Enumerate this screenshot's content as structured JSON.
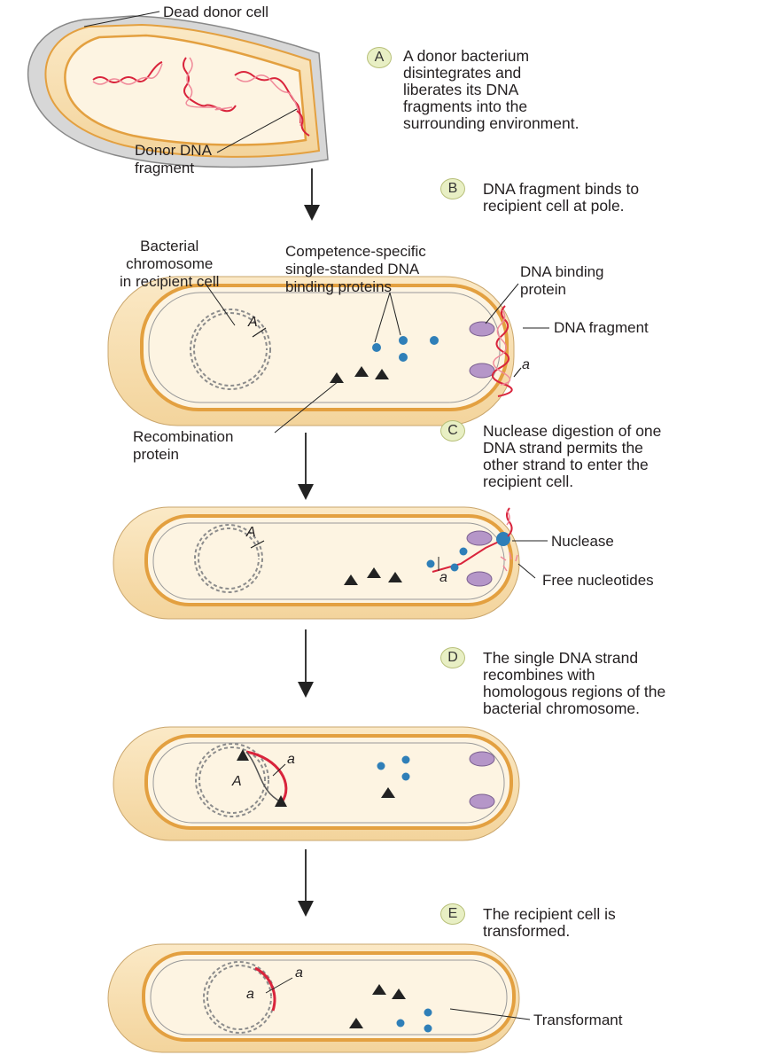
{
  "labels": {
    "dead_donor_cell": "Dead donor cell",
    "donor_dna_fragment": "Donor DNA\nfragment",
    "bacterial_chromosome": "Bacterial\nchromosome\nin recipient cell",
    "competence_proteins": "Competence-specific\nsingle-standed DNA\nbinding proteins",
    "dna_binding_protein": "DNA binding\nprotein",
    "dna_fragment": "DNA fragment",
    "recombination_protein": "Recombination\nprotein",
    "nuclease": "Nuclease",
    "free_nucleotides": "Free nucleotides",
    "transformant": "Transformant"
  },
  "alleles": {
    "upper_A": "A",
    "lower_a": "a"
  },
  "steps": [
    {
      "letter": "A",
      "text": "A donor bacterium\ndisintegrates and\nliberates its DNA\nfragments into the\nsurrounding environment."
    },
    {
      "letter": "B",
      "text": "DNA fragment binds to\nrecipient cell at pole."
    },
    {
      "letter": "C",
      "text": "Nuclease digestion of one\nDNA strand permits the\nother strand to enter the\nrecipient cell."
    },
    {
      "letter": "D",
      "text": "The single DNA strand\nrecombines with\nhomologous regions of the\nbacterial chromosome."
    },
    {
      "letter": "E",
      "text": "The recipient cell is\ntransformed."
    }
  ],
  "colors": {
    "cell_outer": "#f6dfb3",
    "cell_inner": "#fdf4e2",
    "membrane": "#e3a040",
    "dna_red": "#d9243c",
    "protein_purple": "#b596c8",
    "ssb_blue": "#2f7fb8",
    "chromosome_gray": "#8c8c8c",
    "badge_green": "#e8efc4"
  }
}
